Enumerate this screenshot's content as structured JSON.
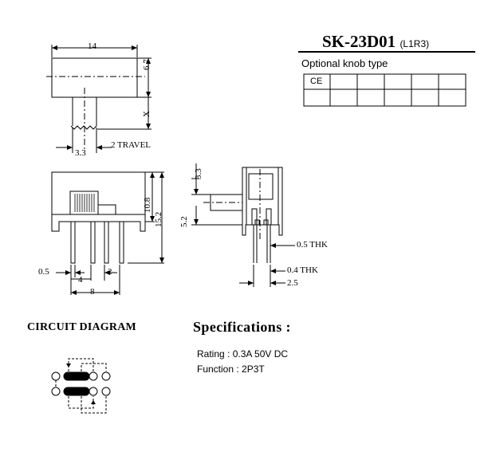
{
  "title": {
    "model": "SK-23D01",
    "suffix": "(L1R3)"
  },
  "knob_table": {
    "label": "Optional knob type",
    "row1": [
      "CE",
      "",
      "",
      "",
      "",
      ""
    ],
    "row2": [
      "",
      "",
      "",
      "",
      "",
      ""
    ]
  },
  "dimensions": {
    "top_width": "14",
    "knob_height": "6.7",
    "knob_x": "X",
    "knob_width": "3.3",
    "travel": "2 TRAVEL",
    "front_height_inner": "10.8",
    "front_height_outer": "15.2",
    "pin_left": "0.5",
    "pin_pitch": "4",
    "pin_gap": "2",
    "pin_span": "8",
    "side_top": "3.3",
    "side_knob": "5.2",
    "thk_1": "0.5 THK",
    "thk_2": "0.4 THK",
    "side_bottom": "2.5"
  },
  "circuit": {
    "title": "CIRCUIT DIAGRAM"
  },
  "specs": {
    "title": "Specifications :",
    "rating": "Rating : 0.3A 50V DC",
    "function": "Function : 2P3T"
  }
}
